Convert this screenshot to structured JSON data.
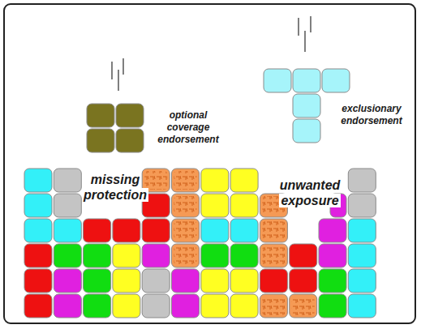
{
  "diagram": {
    "labels": [
      "optional coverage endorsement",
      "exclusionary endorsement",
      "missing protection",
      "unwanted exposure"
    ]
  }
}
